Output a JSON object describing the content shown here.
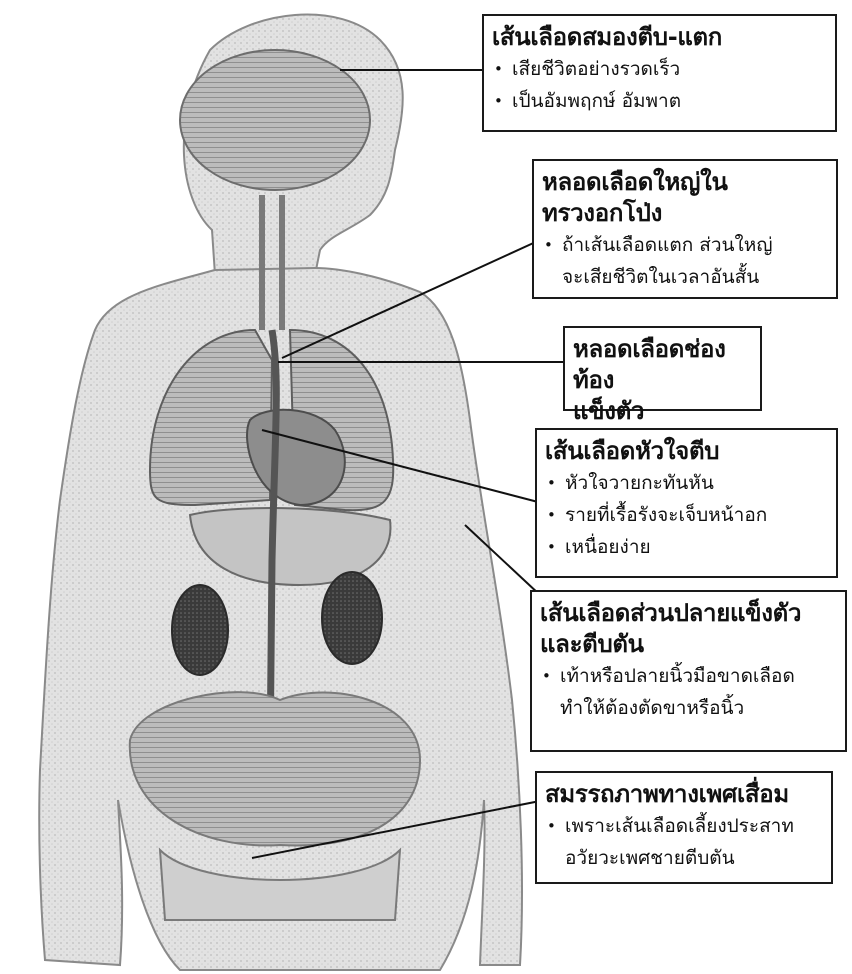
{
  "callouts": [
    {
      "title": "เส้นเลือดสมองตีบ-แตก",
      "bullets": [
        "เสียชีวิตอย่างรวดเร็ว",
        "เป็นอัมพฤกษ์ อัมพาต"
      ]
    },
    {
      "title": "หลอดเลือดใหญ่ใน\nทรวงอกโป่ง",
      "bullets": [
        "ถ้าเส้นเลือดแตก ส่วนใหญ่\nจะเสียชีวิตในเวลาอันสั้น"
      ]
    },
    {
      "title": "หลอดเลือดช่องท้อง\nแข็งตัว",
      "bullets": []
    },
    {
      "title": "เส้นเลือดหัวใจตีบ",
      "bullets": [
        "หัวใจวายกะทันหัน",
        "รายที่เรื้อรังจะเจ็บหน้าอก",
        "เหนื่อยง่าย"
      ]
    },
    {
      "title": "เส้นเลือดส่วนปลายแข็งตัว\nและตีบตัน",
      "bullets": [
        "เท้าหรือปลายนิ้วมือขาดเลือด\nทำให้ต้องตัดขาหรือนิ้ว"
      ]
    },
    {
      "title": "สมรรถภาพทางเพศเสื่อม",
      "bullets": [
        "เพราะเส้นเลือดเลี้ยงประสาท\nอวัยวะเพศชายตีบตัน"
      ]
    }
  ]
}
